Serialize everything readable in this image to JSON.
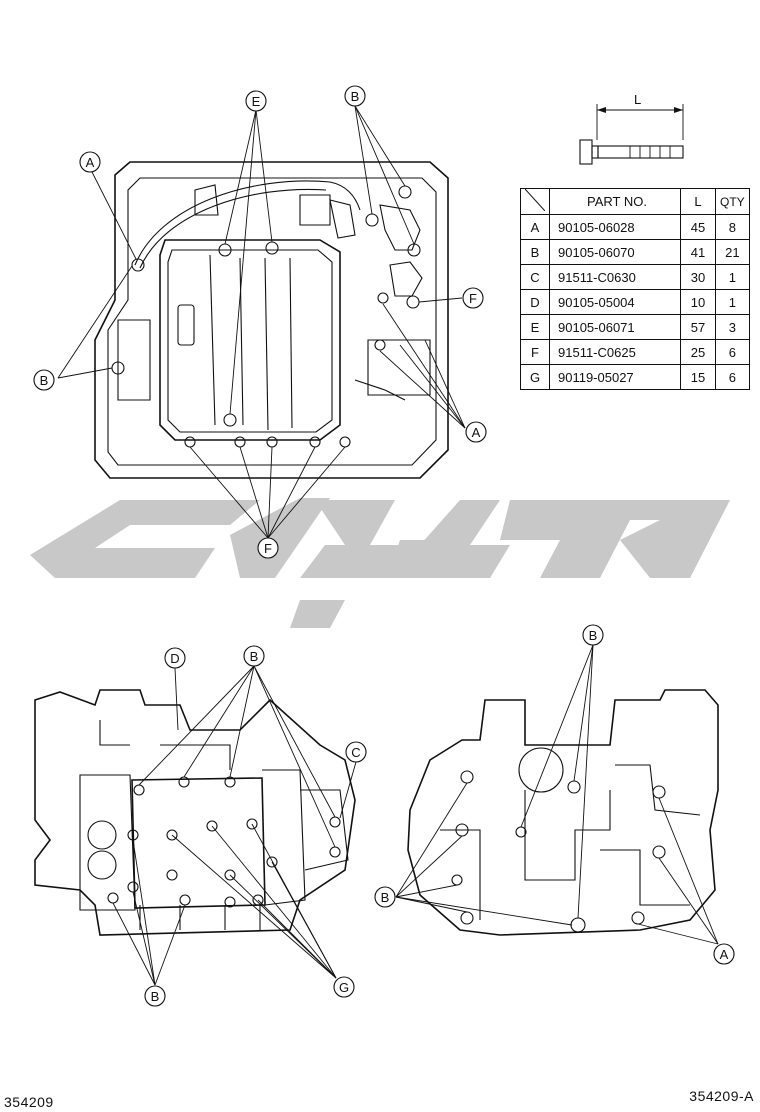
{
  "bolt_dimension_label": "L",
  "table": {
    "headers": {
      "part": "PART NO.",
      "length": "L",
      "qty": "QTY"
    },
    "rows": [
      {
        "key": "A",
        "part": "90105-06028",
        "length": "45",
        "qty": "8"
      },
      {
        "key": "B",
        "part": "90105-06070",
        "length": "41",
        "qty": "21"
      },
      {
        "key": "C",
        "part": "91511-C0630",
        "length": "30",
        "qty": "1"
      },
      {
        "key": "D",
        "part": "90105-05004",
        "length": "10",
        "qty": "1"
      },
      {
        "key": "E",
        "part": "90105-06071",
        "length": "57",
        "qty": "3"
      },
      {
        "key": "F",
        "part": "91511-C0625",
        "length": "25",
        "qty": "6"
      },
      {
        "key": "G",
        "part": "90119-05027",
        "length": "15",
        "qty": "6"
      }
    ]
  },
  "callouts": {
    "top_e": "E",
    "top_b_right": "B",
    "top_a_left": "A",
    "top_f_right": "F",
    "top_b_left": "B",
    "top_a_right": "A",
    "top_f_bottom": "F",
    "bl_d": "D",
    "bl_b_top": "B",
    "bl_c": "C",
    "bl_b_bottom": "B",
    "bl_g": "G",
    "br_b_top": "B",
    "br_b_left": "B",
    "br_a": "A"
  },
  "footer": {
    "left_code": "354209",
    "right_code": "354209-A"
  },
  "colors": {
    "line": "#111111",
    "watermark": "#c8c8c8",
    "background": "#ffffff"
  }
}
